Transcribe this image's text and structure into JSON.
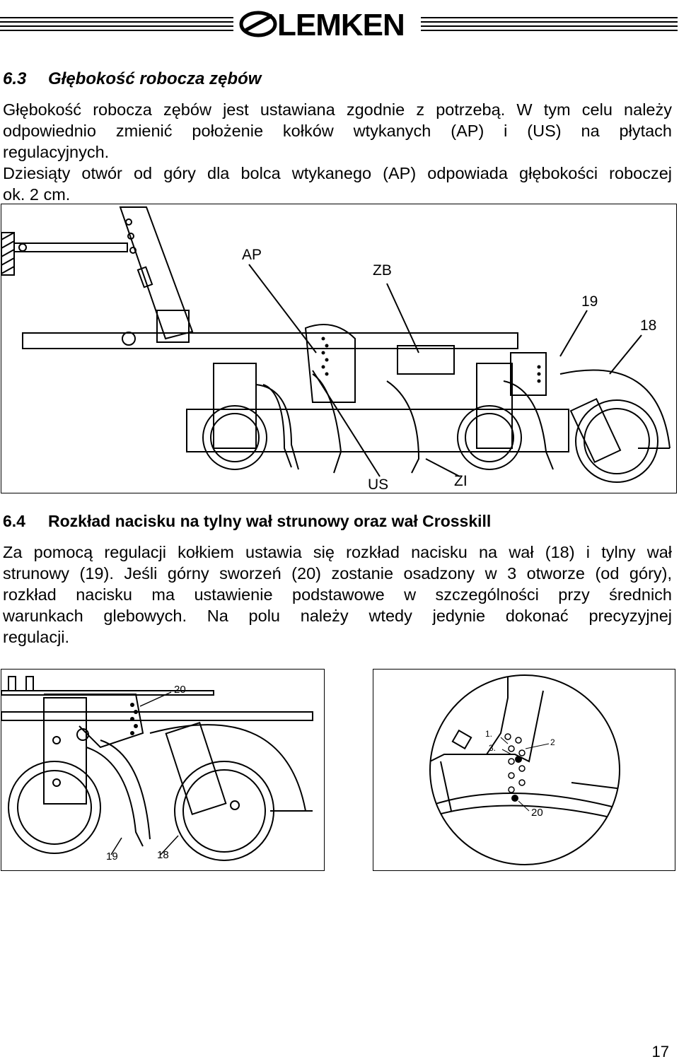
{
  "header": {
    "brand": "LEMKEN"
  },
  "section_6_3": {
    "number": "6.3",
    "title": "Głębokość robocza zębów",
    "lines": [
      "Głębokość robocza zębów jest ustawiana zgodnie z potrzebą. W tym celu należy",
      "odpowiednio zmienić położenie kołków wtykanych (AP) i (US) na płytach",
      "regulacyjnych.",
      "Dziesiąty otwór od góry dla bolca wtykanego (AP) odpowiada głębokości roboczej",
      "ok. 2 cm."
    ]
  },
  "figure1": {
    "labels": {
      "ap": "AP",
      "zb": "ZB",
      "n19": "19",
      "n18": "18",
      "us": "US",
      "zi": "ZI"
    }
  },
  "section_6_4": {
    "number": "6.4",
    "title": "Rozkład nacisku na tylny wał strunowy oraz wał Crosskill",
    "lines": [
      "Za pomocą regulacji kołkiem ustawia się rozkład nacisku na wał (18) i tylny wał",
      "strunowy (19). Jeśli górny sworzeń (20) zostanie osadzony w 3 otworze (od góry),",
      "rozkład nacisku ma ustawienie podstawowe w szczególności przy średnich",
      "warunkach glebowych. Na polu należy wtedy jedynie dokonać precyzyjnej",
      "regulacji."
    ]
  },
  "figure2": {
    "labels": {
      "n20": "20",
      "n19": "19",
      "n18": "18"
    }
  },
  "figure3": {
    "labels": {
      "h1": "1.",
      "h3": "3.",
      "h2": "2",
      "n20": "20"
    }
  },
  "page_number": "17"
}
